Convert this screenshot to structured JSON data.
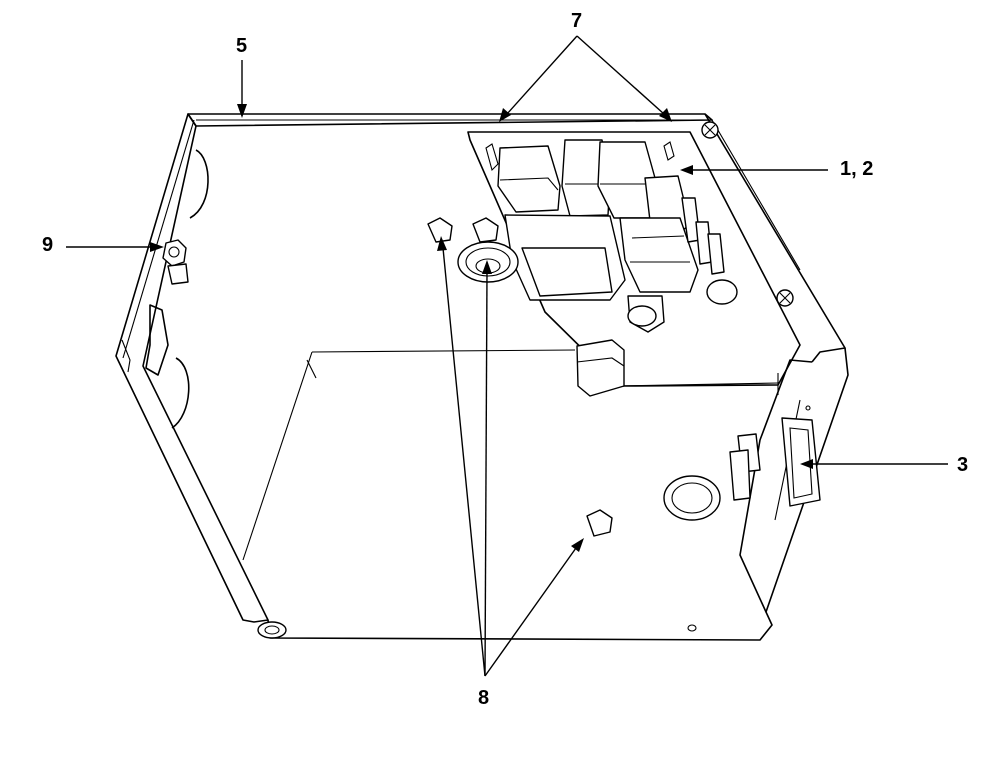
{
  "figure": {
    "callouts": {
      "c5": "5",
      "c7": "7",
      "c12": "1, 2",
      "c9": "9",
      "c3": "3",
      "c8": "8"
    }
  }
}
